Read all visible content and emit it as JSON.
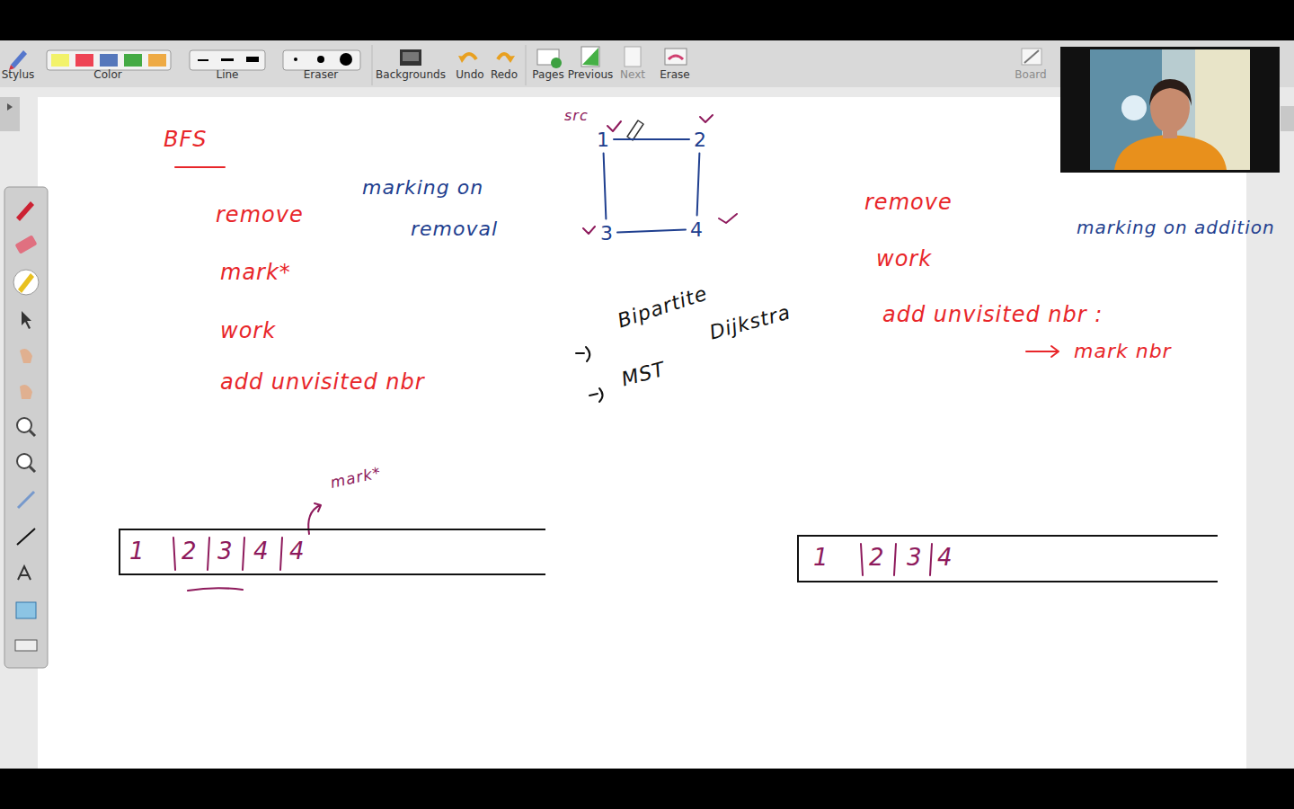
{
  "diagram": {
    "nodes": [
      {
        "text": [
          "1"
        ]
      },
      {
        "text": [
          "2"
        ]
      },
      {
        "text": [
          "3"
        ]
      },
      {
        "text": [
          "4"
        ]
      },
      {
        "text": [
          "1",
          "2",
          "3",
          "4",
          "4"
        ]
      },
      {
        "text": [
          "1",
          "2",
          "3",
          "4"
        ]
      }
    ],
    "edges": [
      {
        "from": 0,
        "to": 1,
        "arrow": "none"
      },
      {
        "from": 0,
        "to": 2,
        "arrow": "none"
      },
      {
        "from": 1,
        "to": 3,
        "arrow": "none"
      },
      {
        "from": 2,
        "to": 3,
        "arrow": "none"
      }
    ],
    "labels": [
      "Stylus",
      "Color",
      "Line",
      "Eraser",
      "Backgrounds",
      "Undo",
      "Redo",
      "Pages",
      "Previous",
      "Next",
      "Erase",
      "Board",
      "BFS",
      "remove",
      "mark*",
      "work",
      "add unvisited nbr",
      "marking on",
      "removal",
      "src",
      "Bipartite",
      "MST",
      "Dijkstra",
      "mark*",
      "remove",
      "work",
      "add unvisited nbr :",
      "mark nbr",
      "marking on addition"
    ]
  }
}
